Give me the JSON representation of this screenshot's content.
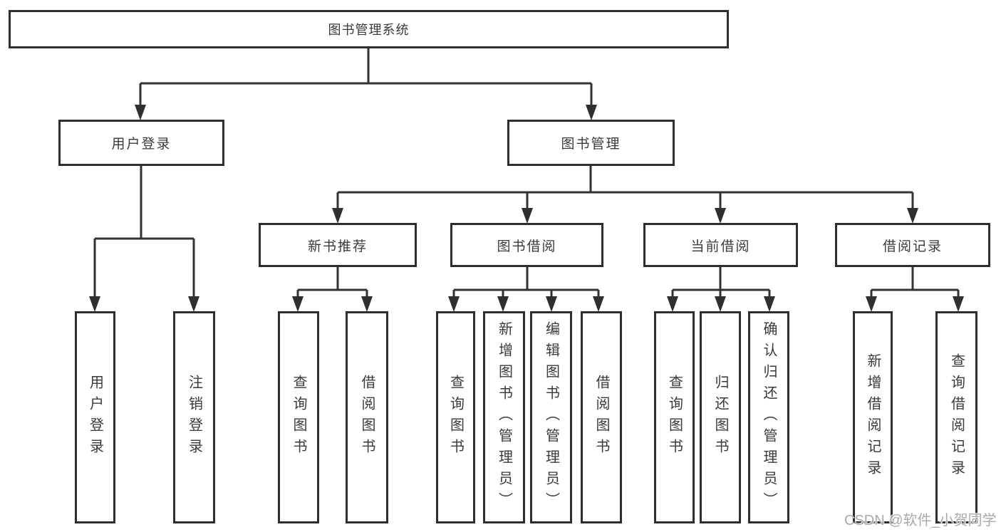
{
  "diagram": {
    "title": "图书管理系统",
    "level2": {
      "user_login": "用户登录",
      "book_mgmt": "图书管理"
    },
    "level3": {
      "new_book_rec": "新书推荐",
      "book_borrow": "图书借阅",
      "current_borrow": "当前借阅",
      "borrow_record": "借阅记录"
    },
    "leaves": {
      "user_login": "用户登录",
      "logout": "注销登录",
      "rec_query_book": "查询图书",
      "rec_borrow_book": "借阅图书",
      "bb_query_book": "查询图书",
      "bb_add_book": "新增图书（管理员）",
      "bb_edit_book": "编辑图书（管理员）",
      "bb_borrow_book": "借阅图书",
      "cb_query_book": "查询图书",
      "cb_return_book": "归还图书",
      "cb_confirm_return": "确认归还（管理员）",
      "br_add_record": "新增借阅记录",
      "br_query_record": "查询借阅记录"
    }
  },
  "watermark": {
    "text": "CSDN @软件_小贺同学"
  },
  "colors": {
    "line": "#333333",
    "node_border": "#2e2e2e",
    "text": "#3a3a3a",
    "watermark": "#a3a3a3",
    "background": "#ffffff"
  }
}
